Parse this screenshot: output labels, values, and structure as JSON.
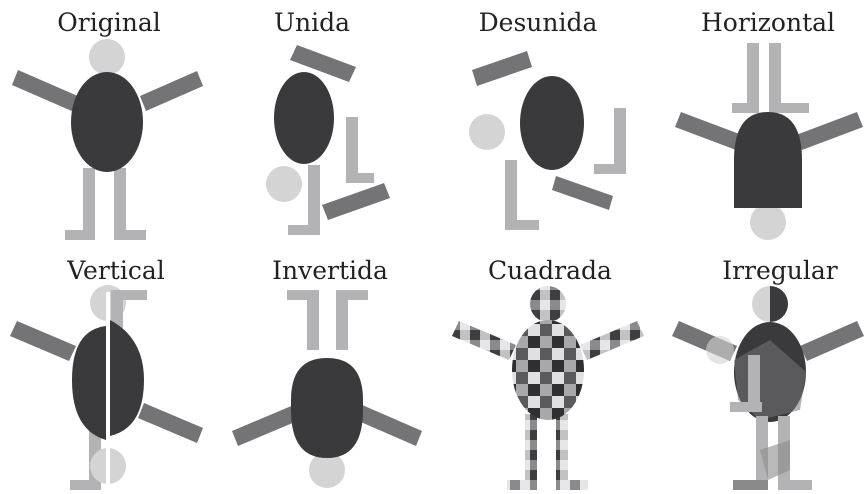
{
  "panels": [
    {
      "label": "Original"
    },
    {
      "label": "Unida"
    },
    {
      "label": "Desunida"
    },
    {
      "label": "Horizontal"
    },
    {
      "label": "Vertical"
    },
    {
      "label": "Invertida"
    },
    {
      "label": "Cuadrada"
    },
    {
      "label": "Irregular"
    }
  ],
  "colors": {
    "body": "#3a3a3c",
    "head": "#d4d4d4",
    "legs": "#b3b3b5",
    "arms": "#747476",
    "background": "#ffffff"
  }
}
